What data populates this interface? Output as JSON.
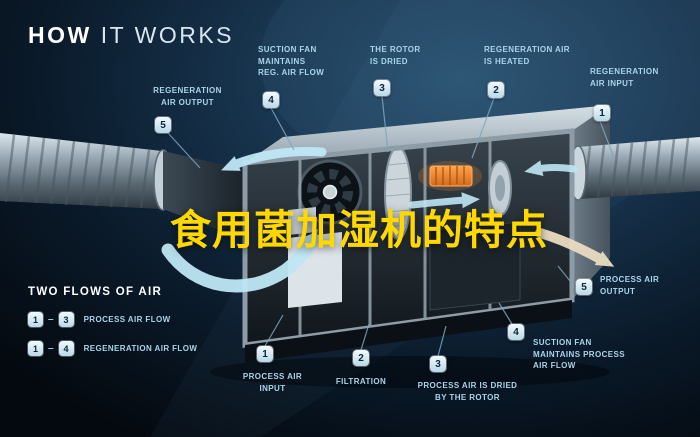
{
  "title": {
    "word1": "HOW",
    "word2": "IT WORKS"
  },
  "overlay_text": "食用菌加湿机的特点",
  "colors": {
    "accent_blue": "#a9d4ea",
    "overlay_yellow": "#ffd800",
    "heater_orange": "#f08c2e",
    "flow_blue": "#bfe7f5",
    "flow_tan": "#e9dcc0"
  },
  "legend": {
    "title": "TWO FLOWS OF AIR",
    "separator": "–",
    "rows": [
      {
        "start": "1",
        "end": "3",
        "label": "PROCESS AIR FLOW"
      },
      {
        "start": "1",
        "end": "4",
        "label": "REGENERATION AIR FLOW"
      }
    ]
  },
  "callouts": [
    {
      "num": "5",
      "label": "REGENERATION\nAIR OUTPUT"
    },
    {
      "num": "4",
      "label": "SUCTION FAN\nMAINTAINS\nREG. AIR FLOW"
    },
    {
      "num": "3",
      "label": "THE ROTOR\nIS DRIED"
    },
    {
      "num": "2",
      "label": "REGENERATION AIR\nIS HEATED"
    },
    {
      "num": "1",
      "label": "REGENERATION\nAIR INPUT"
    },
    {
      "num": "1",
      "label": "PROCESS AIR\nINPUT"
    },
    {
      "num": "2",
      "label": "FILTRATION"
    },
    {
      "num": "3",
      "label": "PROCESS AIR IS DRIED\nBY THE ROTOR"
    },
    {
      "num": "4",
      "label": "SUCTION FAN\nMAINTAINS PROCESS\nAIR FLOW"
    },
    {
      "num": "5",
      "label": "PROCESS AIR\nOUTPUT"
    }
  ]
}
